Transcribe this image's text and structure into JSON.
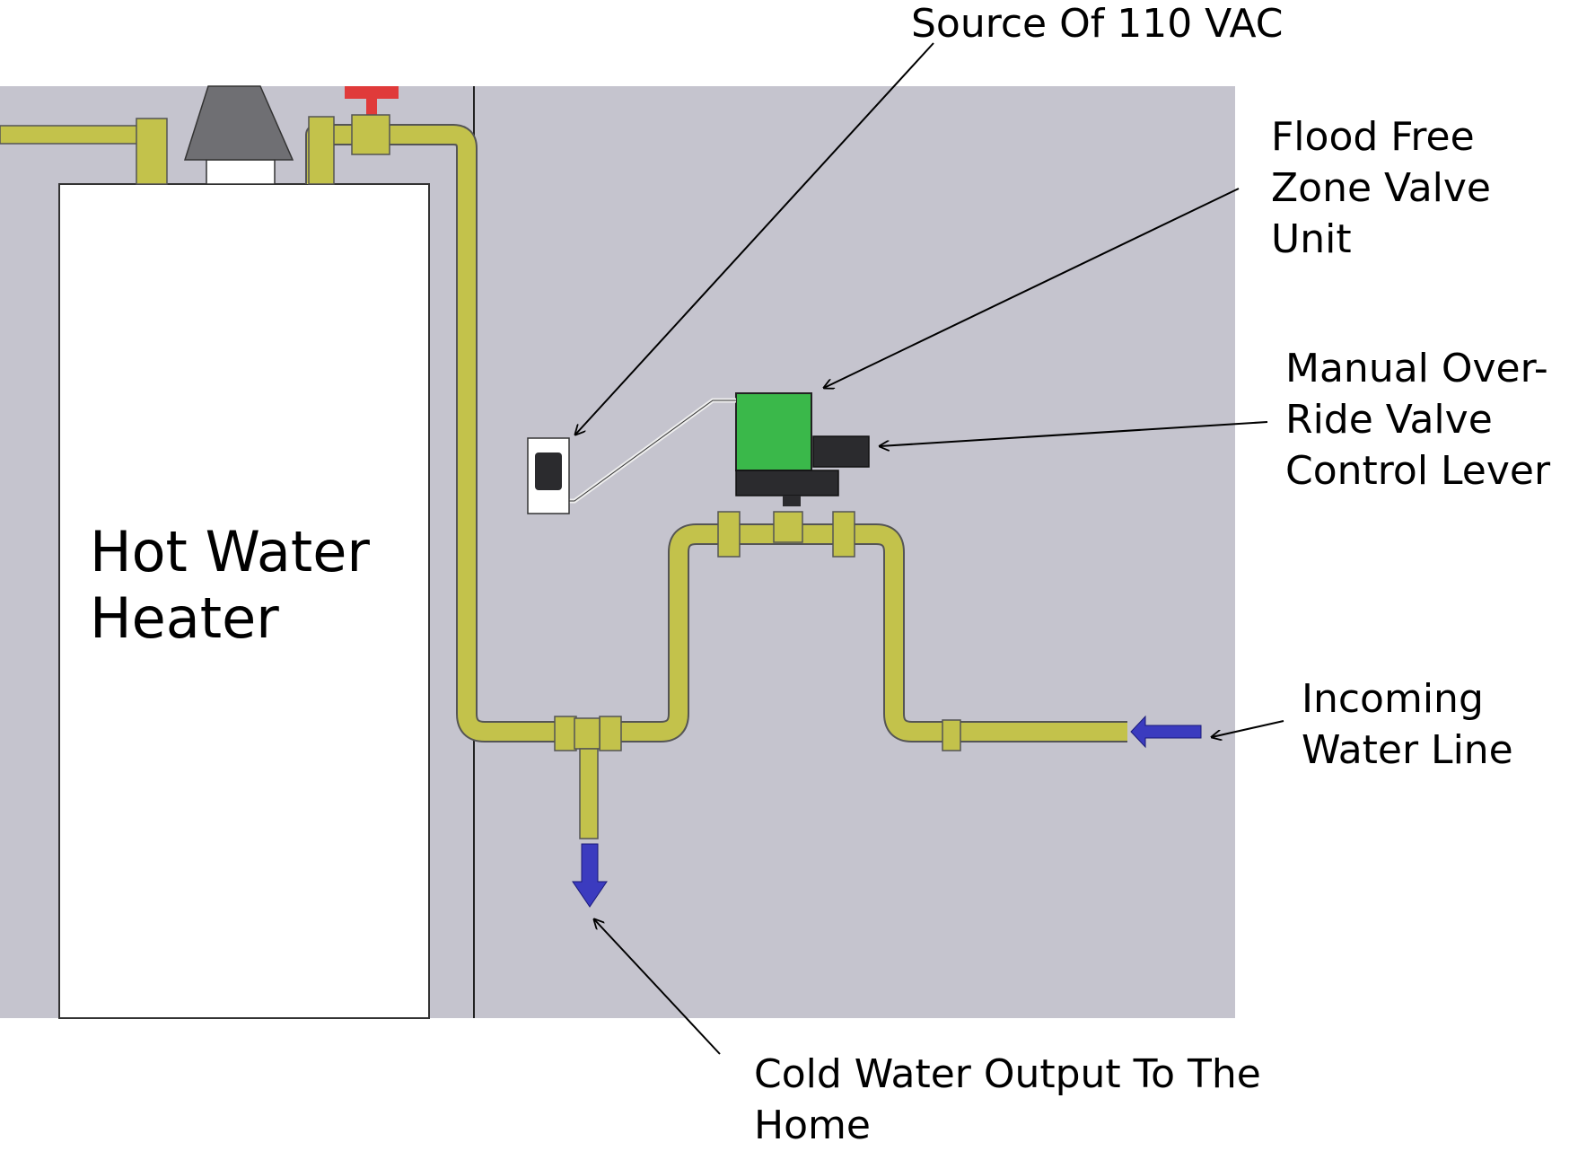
{
  "diagram": {
    "heater_label": [
      "Hot Water",
      "Heater"
    ],
    "callouts": {
      "power_source": [
        "Source Of 110 VAC"
      ],
      "zone_valve": [
        "Flood Free",
        "Zone Valve",
        "Unit"
      ],
      "override_lever": [
        "Manual Over-",
        "Ride Valve",
        "Control Lever"
      ],
      "incoming_line": [
        "Incoming",
        "Water Line"
      ],
      "cold_output": [
        "Cold Water Output To The",
        "Home"
      ]
    },
    "colors": {
      "wall": "#c5c4ce",
      "pipe": "#c3c24b",
      "valve_body": "#3ab84a",
      "flow_arrow": "#3b3bbf",
      "relief_valve": "#e03a3a",
      "flue": "#6f6f73"
    }
  }
}
